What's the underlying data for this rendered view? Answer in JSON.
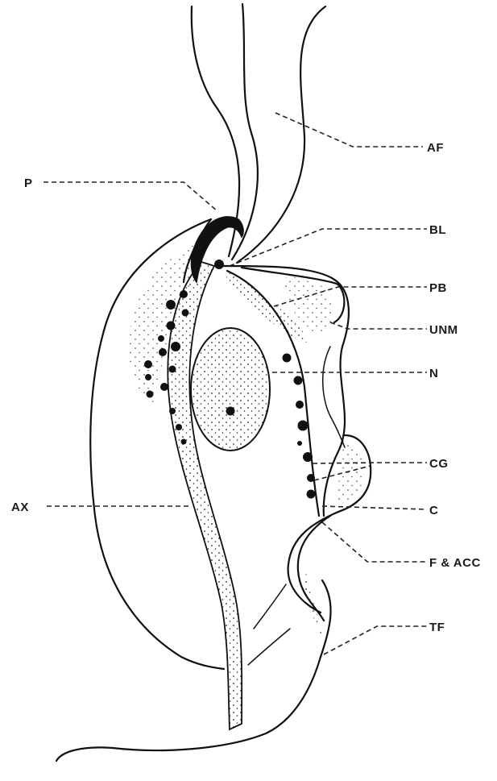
{
  "labels": {
    "af": "AF",
    "p": "P",
    "bl": "BL",
    "pb": "PB",
    "unm": "UNM",
    "n": "N",
    "cg": "CG",
    "ax": "AX",
    "c": "C",
    "f_acc": "F & ACC",
    "tf": "TF"
  }
}
